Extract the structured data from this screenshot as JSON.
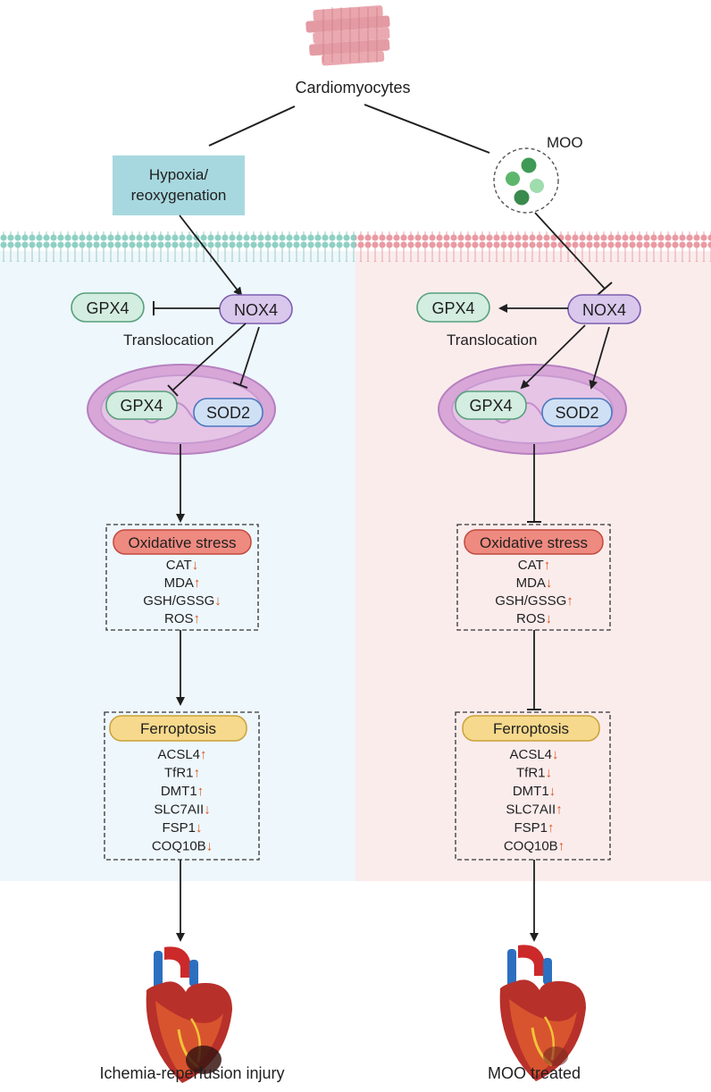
{
  "top": {
    "label": "Cardiomyocytes"
  },
  "left": {
    "stimulus": [
      "Hypoxia/",
      "reoxygenation"
    ],
    "nox4": "NOX4",
    "gpx4_cyto": "GPX4",
    "translocation": "Translocation",
    "gpx4_mito": "GPX4",
    "sod2": "SOD2",
    "oxidative_title": "Oxidative stress",
    "oxidative_items": [
      {
        "name": "CAT",
        "arrow": "↓"
      },
      {
        "name": "MDA",
        "arrow": "↑"
      },
      {
        "name": "GSH/GSSG",
        "arrow": "↓"
      },
      {
        "name": "ROS",
        "arrow": "↑"
      }
    ],
    "ferro_title": "Ferroptosis",
    "ferro_items": [
      {
        "name": "ACSL4",
        "arrow": "↑"
      },
      {
        "name": "TfR1",
        "arrow": "↑"
      },
      {
        "name": "DMT1",
        "arrow": "↑"
      },
      {
        "name": "SLC7AII",
        "arrow": "↓"
      },
      {
        "name": "FSP1",
        "arrow": "↓"
      },
      {
        "name": "COQ10B",
        "arrow": "↓"
      }
    ],
    "outcome": "Ichemia-reperfusion injury"
  },
  "right": {
    "treatment": "MOO",
    "nox4": "NOX4",
    "gpx4_cyto": "GPX4",
    "translocation": "Translocation",
    "gpx4_mito": "GPX4",
    "sod2": "SOD2",
    "oxidative_title": "Oxidative stress",
    "oxidative_items": [
      {
        "name": "CAT",
        "arrow": "↑"
      },
      {
        "name": "MDA",
        "arrow": "↓"
      },
      {
        "name": "GSH/GSSG",
        "arrow": "↑"
      },
      {
        "name": "ROS",
        "arrow": "↓"
      }
    ],
    "ferro_title": "Ferroptosis",
    "ferro_items": [
      {
        "name": "ACSL4",
        "arrow": "↓"
      },
      {
        "name": "TfR1",
        "arrow": "↓"
      },
      {
        "name": "DMT1",
        "arrow": "↓"
      },
      {
        "name": "SLC7AII",
        "arrow": "↑"
      },
      {
        "name": "FSP1",
        "arrow": "↑"
      },
      {
        "name": "COQ10B",
        "arrow": "↑"
      }
    ],
    "outcome": "MOO treated"
  },
  "colors": {
    "left_panel": "#eef7fc",
    "right_panel": "#fbecec",
    "stimulus_box": "#a8d8df",
    "nox4_fill": "#d9c7ec",
    "gpx4_fill": "#d3ede0",
    "sod2_fill": "#cfe0f5",
    "oxidative_fill": "#ee8a80",
    "ferro_fill": "#f6d98c",
    "arrow_red": "#d9541e"
  }
}
